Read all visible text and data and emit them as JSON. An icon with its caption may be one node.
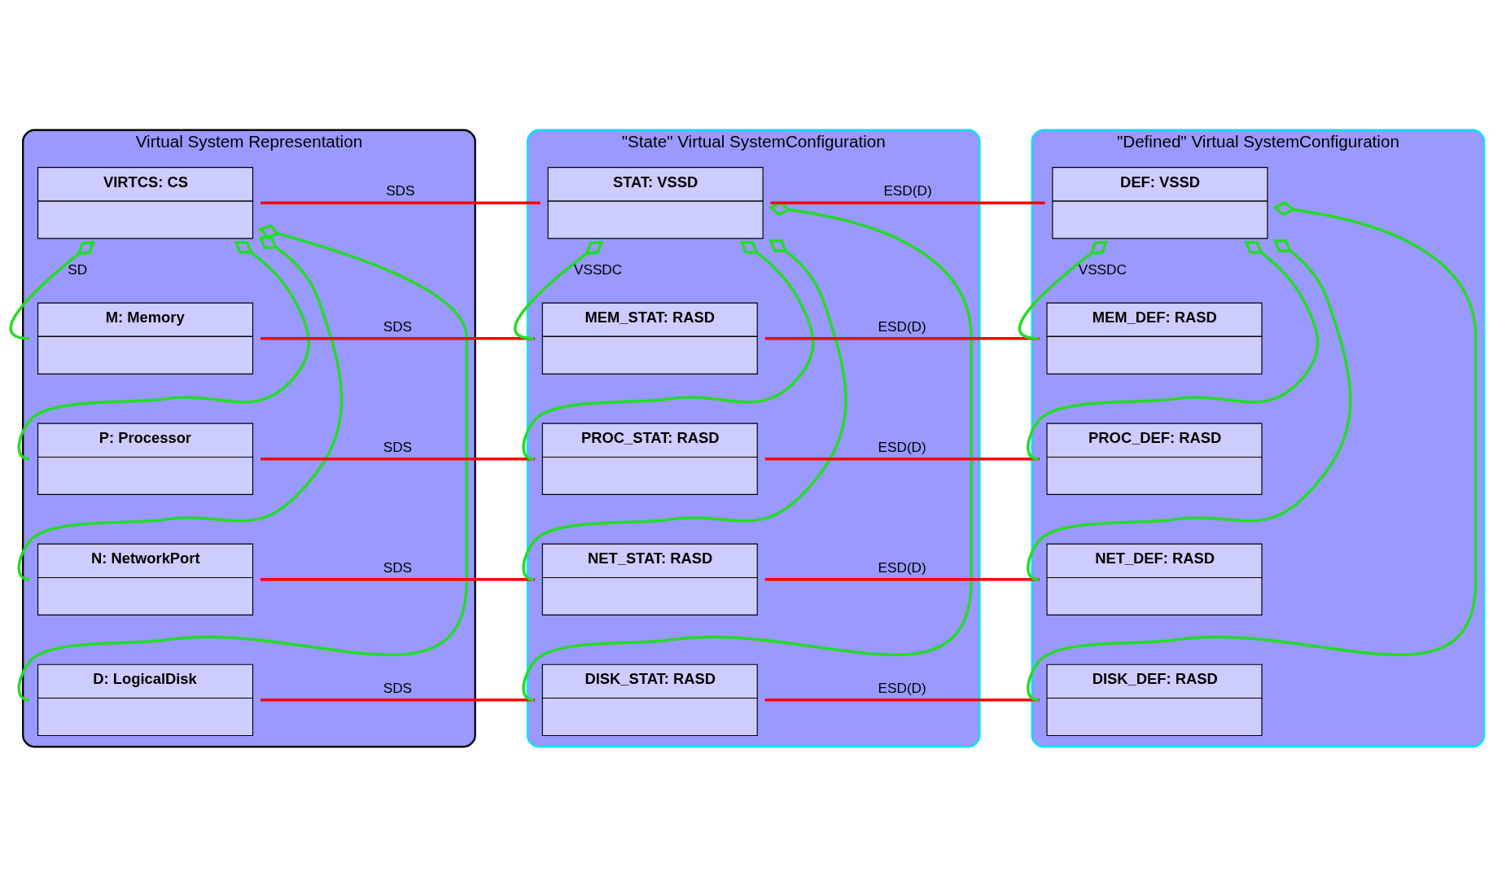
{
  "diagram": {
    "nodes": [
      {
        "text": [
          "Virtual System Representation"
        ]
      },
      {
        "text": [
          "VIRTCS: CS"
        ],
        "in": 0
      },
      {
        "text": [
          "M: Memory"
        ],
        "in": 0
      },
      {
        "text": [
          "P: Processor"
        ],
        "in": 0
      },
      {
        "text": [
          "N: NetworkPort"
        ],
        "in": 0
      },
      {
        "text": [
          "D: LogicalDisk"
        ],
        "in": 0
      },
      {
        "text": [
          "\"State\" Virtual SystemConfiguration"
        ]
      },
      {
        "text": [
          "STAT: VSSD"
        ],
        "in": 6
      },
      {
        "text": [
          "MEM_STAT: RASD"
        ],
        "in": 6
      },
      {
        "text": [
          "PROC_STAT: RASD"
        ],
        "in": 6
      },
      {
        "text": [
          "NET_STAT: RASD"
        ],
        "in": 6
      },
      {
        "text": [
          "DISK_STAT: RASD"
        ],
        "in": 6
      },
      {
        "text": [
          "\"Defined\" Virtual SystemConfiguration"
        ]
      },
      {
        "text": [
          "DEF: VSSD"
        ],
        "in": 12
      },
      {
        "text": [
          "MEM_DEF: RASD"
        ],
        "in": 12
      },
      {
        "text": [
          "PROC_DEF: RASD"
        ],
        "in": 12
      },
      {
        "text": [
          "NET_DEF: RASD"
        ],
        "in": 12
      },
      {
        "text": [
          "DISK_DEF: RASD"
        ],
        "in": 12
      }
    ],
    "edges": [
      {
        "from": 1,
        "to": 7,
        "arrow": "none",
        "label": "SDS",
        "color": "#ff0000"
      },
      {
        "from": 7,
        "to": 13,
        "arrow": "none",
        "label": "ESD(D)",
        "color": "#ff0000"
      },
      {
        "from": 1,
        "to": 2,
        "arrow": "other",
        "label": "SD",
        "color": "#22dd22"
      },
      {
        "from": 1,
        "to": 3,
        "arrow": "other",
        "color": "#22dd22"
      },
      {
        "from": 1,
        "to": 4,
        "arrow": "other",
        "color": "#22dd22"
      },
      {
        "from": 1,
        "to": 5,
        "arrow": "other",
        "color": "#22dd22"
      },
      {
        "from": 7,
        "to": 8,
        "arrow": "other",
        "label": "VSSDC",
        "color": "#22dd22"
      },
      {
        "from": 7,
        "to": 9,
        "arrow": "other",
        "color": "#22dd22"
      },
      {
        "from": 7,
        "to": 10,
        "arrow": "other",
        "color": "#22dd22"
      },
      {
        "from": 7,
        "to": 11,
        "arrow": "other",
        "color": "#22dd22"
      },
      {
        "from": 13,
        "to": 14,
        "arrow": "other",
        "label": "VSSDC",
        "color": "#22dd22"
      },
      {
        "from": 13,
        "to": 15,
        "arrow": "other",
        "color": "#22dd22"
      },
      {
        "from": 13,
        "to": 16,
        "arrow": "other",
        "color": "#22dd22"
      },
      {
        "from": 13,
        "to": 17,
        "arrow": "other",
        "color": "#22dd22"
      },
      {
        "from": 2,
        "to": 8,
        "arrow": "none",
        "label": "SDS",
        "color": "#ff0000"
      },
      {
        "from": 3,
        "to": 9,
        "arrow": "none",
        "label": "SDS",
        "color": "#ff0000"
      },
      {
        "from": 4,
        "to": 10,
        "arrow": "none",
        "label": "SDS",
        "color": "#ff0000"
      },
      {
        "from": 5,
        "to": 11,
        "arrow": "none",
        "label": "SDS",
        "color": "#ff0000"
      },
      {
        "from": 8,
        "to": 14,
        "arrow": "none",
        "label": "ESD(D)",
        "color": "#ff0000"
      },
      {
        "from": 9,
        "to": 15,
        "arrow": "none",
        "label": "ESD(D)",
        "color": "#ff0000"
      },
      {
        "from": 10,
        "to": 16,
        "arrow": "none",
        "label": "ESD(D)",
        "color": "#ff0000"
      },
      {
        "from": 11,
        "to": 17,
        "arrow": "none",
        "label": "ESD(D)",
        "color": "#ff0000"
      }
    ]
  }
}
